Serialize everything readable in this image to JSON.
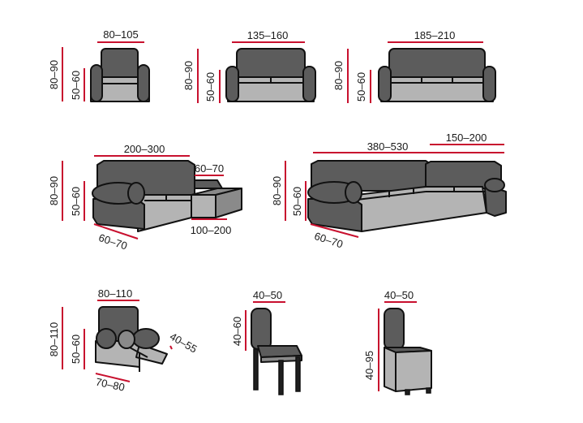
{
  "colors": {
    "dimension_line": "#c8102e",
    "dark_fabric": "#5c5c5c",
    "light_fabric": "#b4b4b4",
    "outline": "#111111"
  },
  "armchair": {
    "width": "80–105",
    "height": "80–90",
    "seat": "50–60"
  },
  "loveseat": {
    "width": "135–160",
    "height": "80–90",
    "seat": "50–60"
  },
  "sofa": {
    "width": "185–210",
    "height": "80–90",
    "seat": "50–60"
  },
  "corner_sofa": {
    "width": "200–300",
    "height": "80–90",
    "seat": "50–60",
    "chaise_width": "60–70",
    "chaise_length": "100–200",
    "depth": "60–70"
  },
  "sectional": {
    "total_width": "380–530",
    "side_width": "150–200",
    "height": "80–90",
    "seat": "50–60",
    "depth": "60–70"
  },
  "recliner": {
    "width": "80–110",
    "height": "80–110",
    "seat": "50–60",
    "footrest": "40–55",
    "depth": "70–80"
  },
  "chair": {
    "width": "40–50",
    "height": "40–60"
  },
  "chair_cover": {
    "width": "40–50",
    "height": "40–95"
  }
}
